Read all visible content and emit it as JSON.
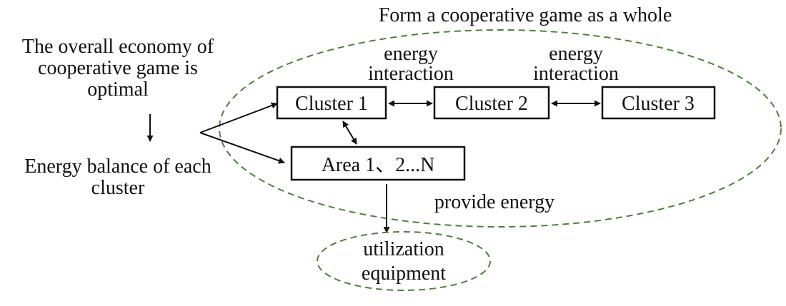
{
  "title": "Form a cooperative game as a whole",
  "left_text": {
    "line1": "The overall economy of",
    "line2": "cooperative game is",
    "line3": "optimal",
    "line4": "Energy balance of each",
    "line5": "cluster"
  },
  "nodes": {
    "cluster1": "Cluster 1",
    "cluster2": "Cluster 2",
    "cluster3": "Cluster 3",
    "area": "Area 1、2...N"
  },
  "edge_labels": {
    "interaction_1_line1": "energy",
    "interaction_1_line2": "interaction",
    "interaction_2_line1": "energy",
    "interaction_2_line2": "interaction",
    "provide": "provide energy"
  },
  "utilization": {
    "line1": "utilization",
    "line2": "equipment"
  },
  "colors": {
    "dashed_outline": "#4f7f3a",
    "stroke": "#111111"
  }
}
